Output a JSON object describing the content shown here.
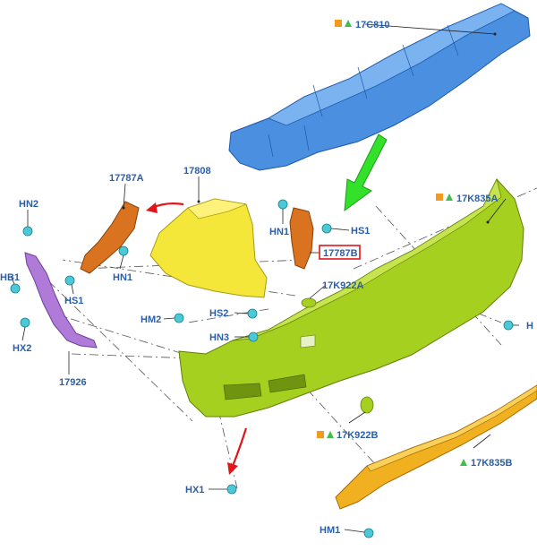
{
  "labels": {
    "l17C810": "17C810",
    "l17K835A": "17K835A",
    "l17787A": "17787A",
    "l17808": "17808",
    "lHN2": "HN2",
    "lHN1a": "HN1",
    "lHN1b": "HN1",
    "lHS1a": "HS1",
    "lHS1b": "HS1",
    "l17787B": "17787B",
    "lHB1": "HB1",
    "lHX2": "HX2",
    "l17926": "17926",
    "l17K922A": "17K922A",
    "lHM2": "HM2",
    "lHS2": "HS2",
    "lHN3": "HN3",
    "lH_right": "H",
    "l17K922B": "17K922B",
    "l17K835B": "17K835B",
    "lHX1": "HX1",
    "lHM1": "HM1"
  },
  "colors": {
    "absorber": "#4a8fe0",
    "bumper_cover": "#a6d020",
    "corner_cover": "#f5e63a",
    "bracket": "#d9731f",
    "side_bracket": "#b07ad9",
    "lower_strip": "#f0b020",
    "marker_square": "#f29a1e",
    "marker_triangle": "#3fbf4a",
    "highlight_box": "#e0161b",
    "arrow_red": "#e0161b",
    "arrow_green": "#33e02a"
  }
}
